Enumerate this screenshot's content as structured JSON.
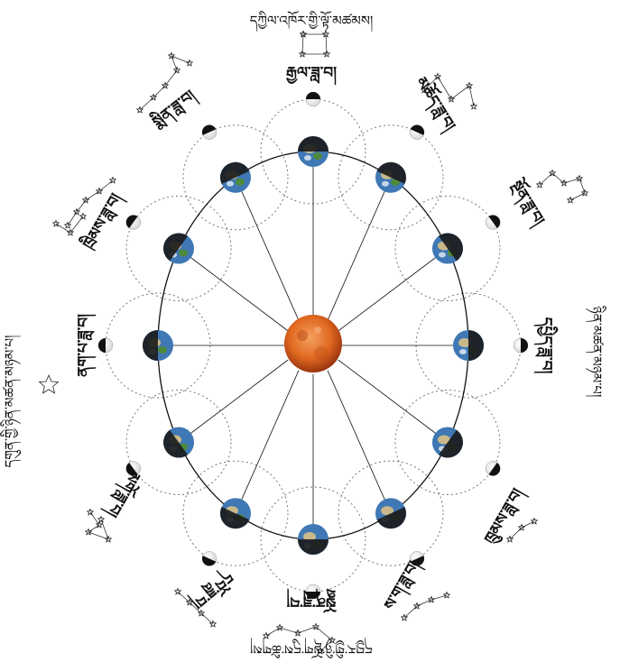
{
  "labels": {
    "top_title": "དཀྱིལ་འཁོར་གྱི་ལྟོ་མཚམས།",
    "top": "རྒྱལ་ཟླ་བ།",
    "ne1": "མཆོད་ཟླ་བ།",
    "ne2": "སྔོན་ཟླ་བ།",
    "e": "དཔྱིད་ཟླ་བ།",
    "e_vert": "ཉིན་མཚན་མཉམ་པ།",
    "se1": "ཁྲུམས་ཟླ་བ།",
    "se2": "ས་ག་ཟླ་བ།",
    "s1": "སྣྲོན་ཟླ་བ།",
    "s2": "དབོ་ཟླ་བ།",
    "bottom_title": "དབྱར་གྱི་ཉི་ལྡོག་དུས་ཚིགས།",
    "sw1": "མགོ་ཟླ་བ།",
    "sw2": "ཐ་སྐར་ཟླ་བ།",
    "w": "ནག་པ་ཟླ་བ།",
    "w_vert": "དགུན་གྱི་ཉིན་མཚན་མཉམ་པ།",
    "nw1": "ཁྲིམས་ཟླ་བ།",
    "nw2": "སྨིན་ཟླ་བ།"
  },
  "colors": {
    "sun": "#e0681f",
    "sun_dark": "#a63c12",
    "ocean": "#3f78b5",
    "land": "#c9b98a",
    "green": "#4f8a3c",
    "shadow": "#1a1a1a"
  }
}
